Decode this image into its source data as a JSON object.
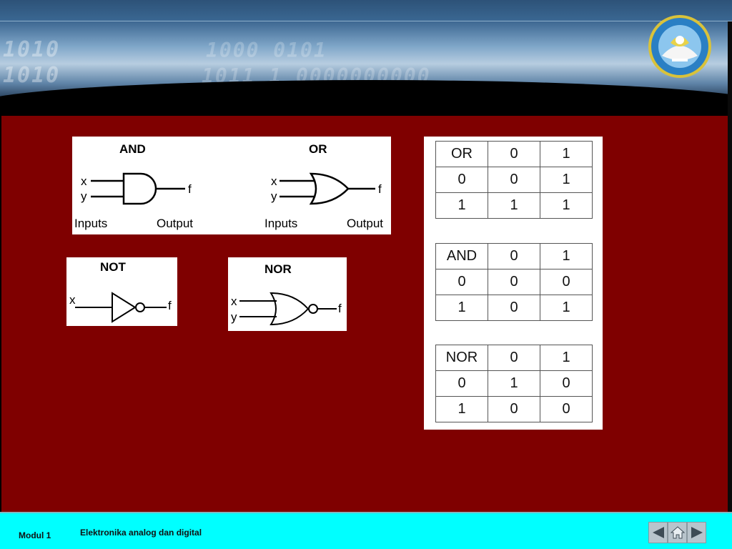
{
  "gates": {
    "and": {
      "title": "AND",
      "x": "x",
      "y": "y",
      "f": "f",
      "inputs": "Inputs",
      "output": "Output"
    },
    "or": {
      "title": "OR",
      "x": "x",
      "y": "y",
      "f": "f",
      "inputs": "Inputs",
      "output": "Output"
    },
    "not": {
      "title": "NOT",
      "x": "x",
      "f": "f"
    },
    "nor": {
      "title": "NOR",
      "x": "x",
      "y": "y",
      "f": "f"
    }
  },
  "truth_tables": [
    {
      "name": "or-table",
      "rows": [
        [
          "OR",
          "0",
          "1"
        ],
        [
          "0",
          "0",
          "1"
        ],
        [
          "1",
          "1",
          "1"
        ]
      ]
    },
    {
      "name": "and-table",
      "rows": [
        [
          "AND",
          "0",
          "1"
        ],
        [
          "0",
          "0",
          "0"
        ],
        [
          "1",
          "0",
          "1"
        ]
      ]
    },
    {
      "name": "nor-table",
      "rows": [
        [
          "NOR",
          "0",
          "1"
        ],
        [
          "0",
          "1",
          "0"
        ],
        [
          "1",
          "0",
          "0"
        ]
      ]
    }
  ],
  "header": {
    "binary_1": "1010",
    "binary_2": "1010",
    "binary_3": "1000 0101",
    "binary_4": "1011 1 0000000000"
  },
  "footer": {
    "module": "Modul 1",
    "title": "Elektronika analog dan digital"
  },
  "nav": {
    "prev_icon": "triangle-left",
    "home_icon": "house",
    "next_icon": "triangle-right"
  },
  "colors": {
    "slide_bg": "#7f0000",
    "footer_bg": "#00ffff"
  }
}
